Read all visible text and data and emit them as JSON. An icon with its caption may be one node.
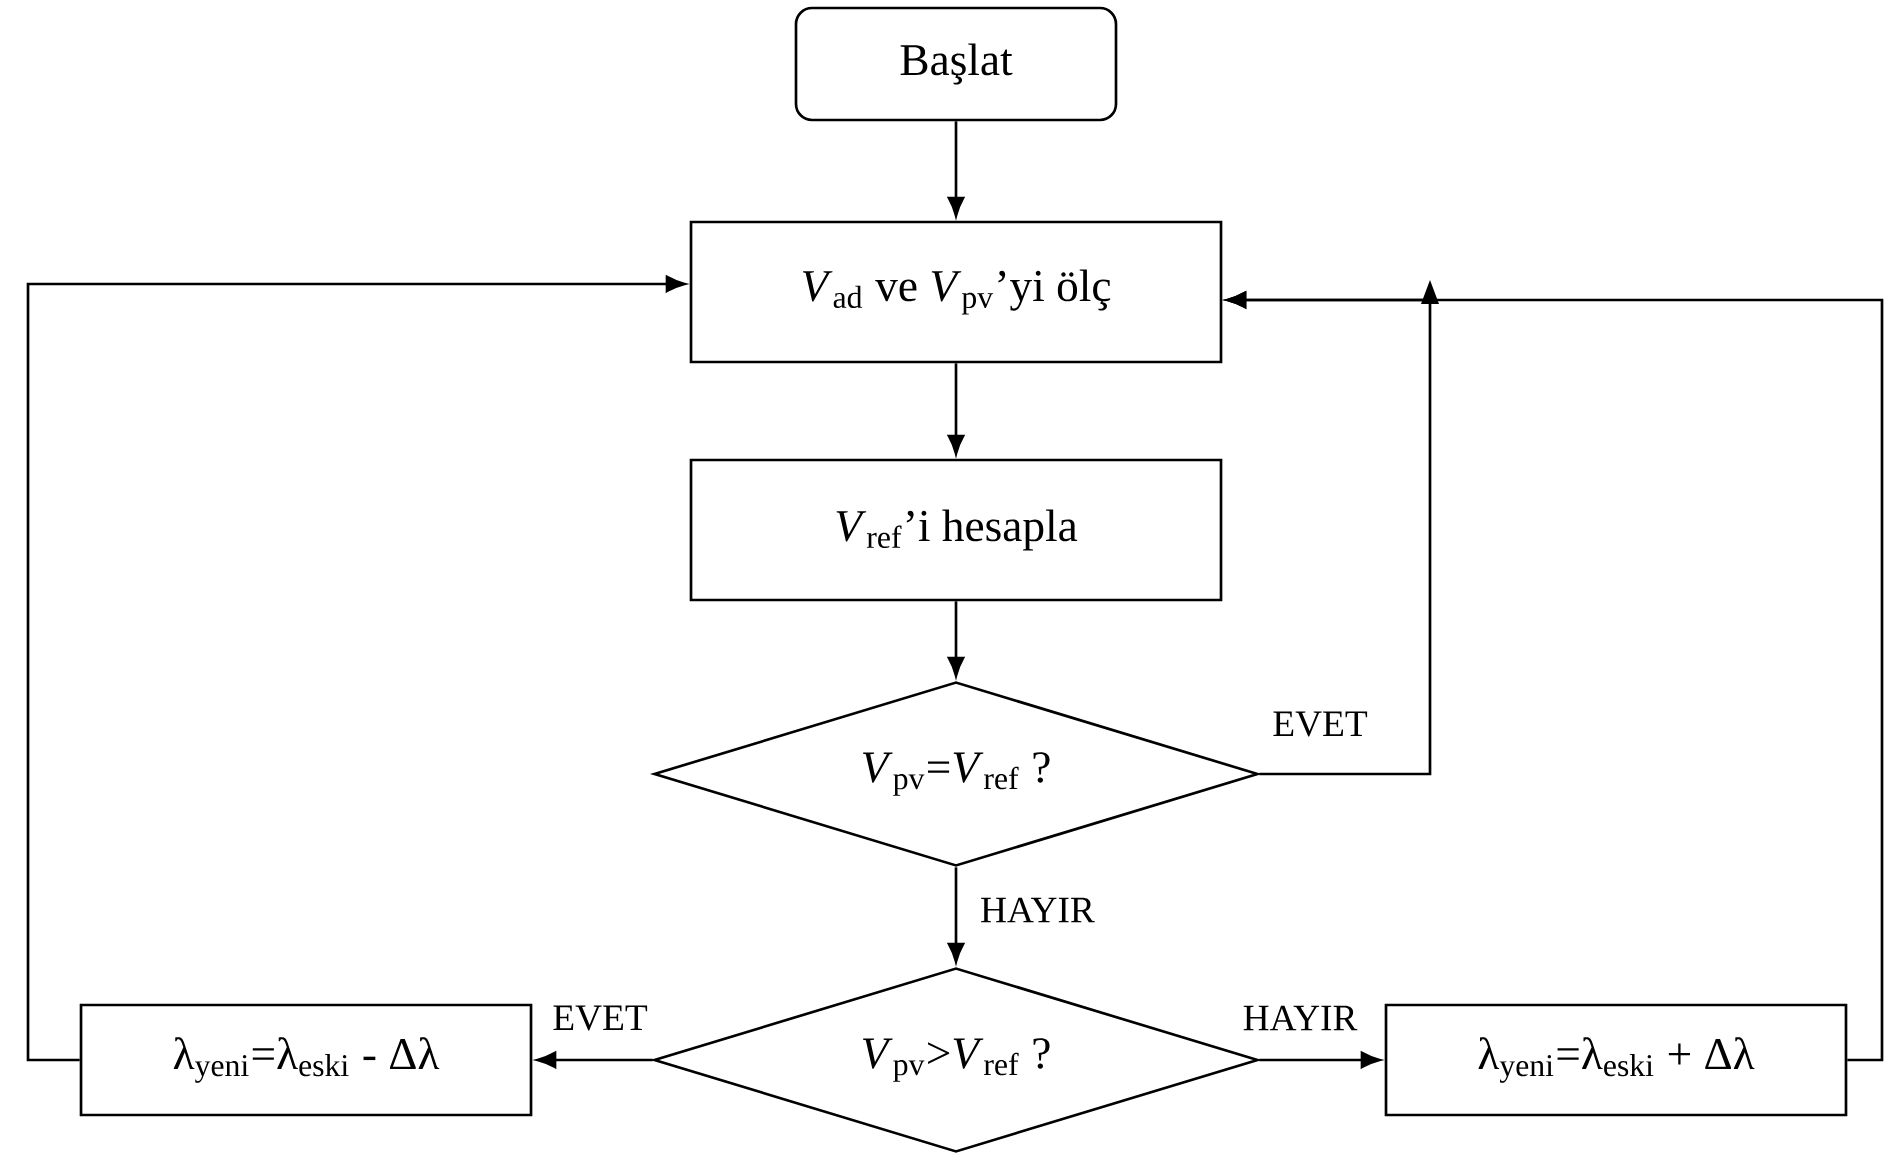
{
  "diagram": {
    "nodes": [
      {
        "text": [
          "Başlat"
        ]
      },
      {
        "text": [
          "*V*$_{ad}$ ve *V*$_{pv}$’yi ölç"
        ]
      },
      {
        "text": [
          "*V*$_{ref}$’i hesapla"
        ]
      },
      {
        "text": [
          "*V*$_{pv}$=*V*$_{ref}$ ?"
        ]
      },
      {
        "text": [
          "*V*$_{pv}$>*V*$_{ref}$ ?"
        ]
      },
      {
        "text": [
          "λ$_{yeni}$=λ$_{eski}$ - Δλ"
        ]
      },
      {
        "text": [
          "λ$_{yeni}$=λ$_{eski}$ + Δλ"
        ]
      }
    ],
    "edges": [
      {
        "from": 0,
        "to": 1,
        "arrow": "to"
      },
      {
        "from": 1,
        "to": 2,
        "arrow": "to"
      },
      {
        "from": 2,
        "to": 3,
        "arrow": "to"
      },
      {
        "from": 3,
        "to": 1,
        "arrow": "to",
        "label": "EVET"
      },
      {
        "from": 3,
        "to": 4,
        "arrow": "to",
        "label": "HAYIR"
      },
      {
        "from": 4,
        "to": 5,
        "arrow": "to",
        "label": "EVET"
      },
      {
        "from": 4,
        "to": 6,
        "arrow": "to",
        "label": "HAYIR"
      },
      {
        "from": 5,
        "to": 1,
        "arrow": "to"
      },
      {
        "from": 6,
        "to": 1,
        "arrow": "to"
      }
    ]
  }
}
